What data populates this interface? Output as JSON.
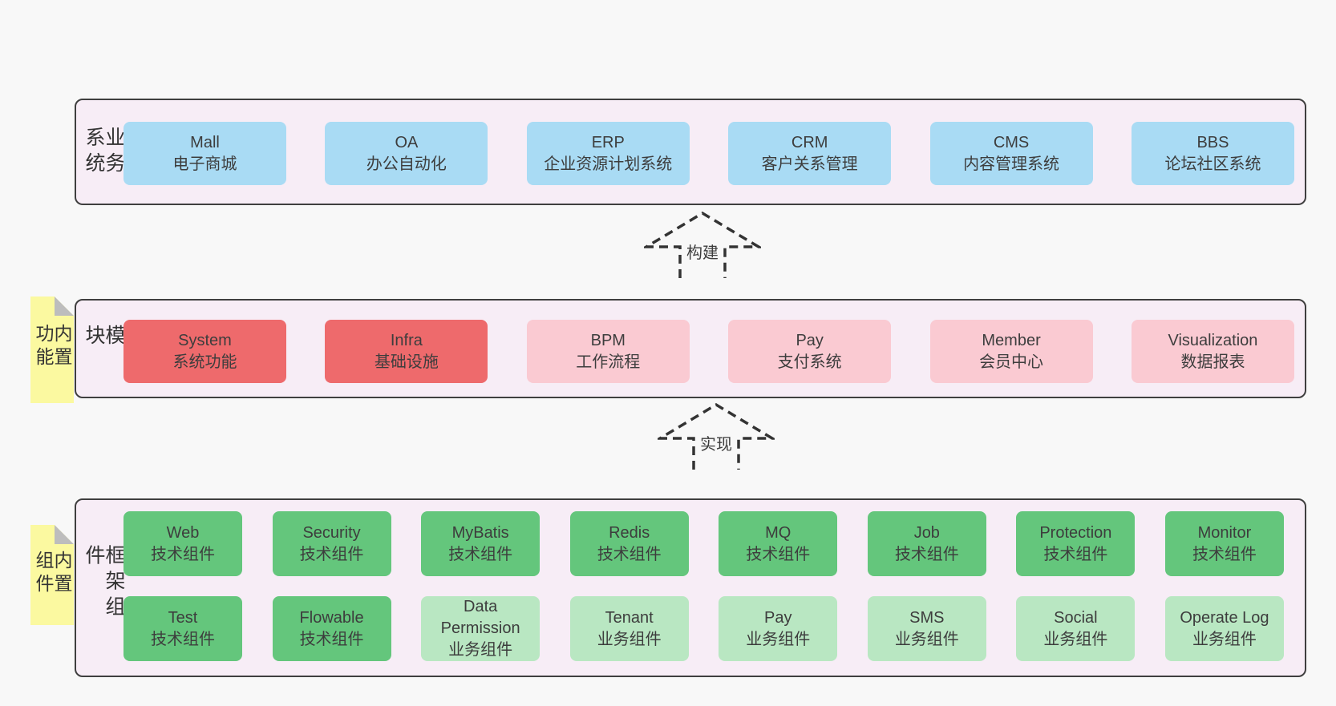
{
  "colors": {
    "page_bg": "#f8f8f8",
    "panel_bg": "#f7edf6",
    "panel_border": "#3f3f3f",
    "blue": "#a9dbf4",
    "red": "#ee6a6c",
    "pink": "#facad2",
    "green": "#64c67c",
    "light_green": "#b9e7c2",
    "sticky_yellow": "#fbf9a0",
    "fold_gray": "#bdbdbd",
    "text": "#3d3d3d"
  },
  "arrows": [
    {
      "label": "构建"
    },
    {
      "label": "实现"
    }
  ],
  "panels": [
    {
      "label": "业务系统",
      "rows": [
        [
          {
            "en": "Mall",
            "zh": "电子商城",
            "variant": "blue"
          },
          {
            "en": "OA",
            "zh": "办公自动化",
            "variant": "blue"
          },
          {
            "en": "ERP",
            "zh": "企业资源计划系统",
            "variant": "blue"
          },
          {
            "en": "CRM",
            "zh": "客户关系管理",
            "variant": "blue"
          },
          {
            "en": "CMS",
            "zh": "内容管理系统",
            "variant": "blue"
          },
          {
            "en": "BBS",
            "zh": "论坛社区系统",
            "variant": "blue"
          }
        ]
      ]
    },
    {
      "label": "通用模块",
      "sticky": "内置功能",
      "rows": [
        [
          {
            "en": "System",
            "zh": "系统功能",
            "variant": "red"
          },
          {
            "en": "Infra",
            "zh": "基础设施",
            "variant": "red"
          },
          {
            "en": "BPM",
            "zh": "工作流程",
            "variant": "pink"
          },
          {
            "en": "Pay",
            "zh": "支付系统",
            "variant": "pink"
          },
          {
            "en": "Member",
            "zh": "会员中心",
            "variant": "pink"
          },
          {
            "en": "Visualization",
            "zh": "数据报表",
            "variant": "pink"
          }
        ]
      ]
    },
    {
      "label": "框架组件",
      "sticky": "内置组件",
      "rows": [
        [
          {
            "en": "Web",
            "zh": "技术组件",
            "variant": "green"
          },
          {
            "en": "Security",
            "zh": "技术组件",
            "variant": "green"
          },
          {
            "en": "MyBatis",
            "zh": "技术组件",
            "variant": "green"
          },
          {
            "en": "Redis",
            "zh": "技术组件",
            "variant": "green"
          },
          {
            "en": "MQ",
            "zh": "技术组件",
            "variant": "green"
          },
          {
            "en": "Job",
            "zh": "技术组件",
            "variant": "green"
          },
          {
            "en": "Protection",
            "zh": "技术组件",
            "variant": "green"
          },
          {
            "en": "Monitor",
            "zh": "技术组件",
            "variant": "green"
          }
        ],
        [
          {
            "en": "Test",
            "zh": "技术组件",
            "variant": "green"
          },
          {
            "en": "Flowable",
            "zh": "技术组件",
            "variant": "green"
          },
          {
            "en": "Data Permission",
            "zh": "业务组件",
            "variant": "lightgreen"
          },
          {
            "en": "Tenant",
            "zh": "业务组件",
            "variant": "lightgreen"
          },
          {
            "en": "Pay",
            "zh": "业务组件",
            "variant": "lightgreen"
          },
          {
            "en": "SMS",
            "zh": "业务组件",
            "variant": "lightgreen"
          },
          {
            "en": "Social",
            "zh": "业务组件",
            "variant": "lightgreen"
          },
          {
            "en": "Operate Log",
            "zh": "业务组件",
            "variant": "lightgreen"
          }
        ]
      ]
    }
  ]
}
